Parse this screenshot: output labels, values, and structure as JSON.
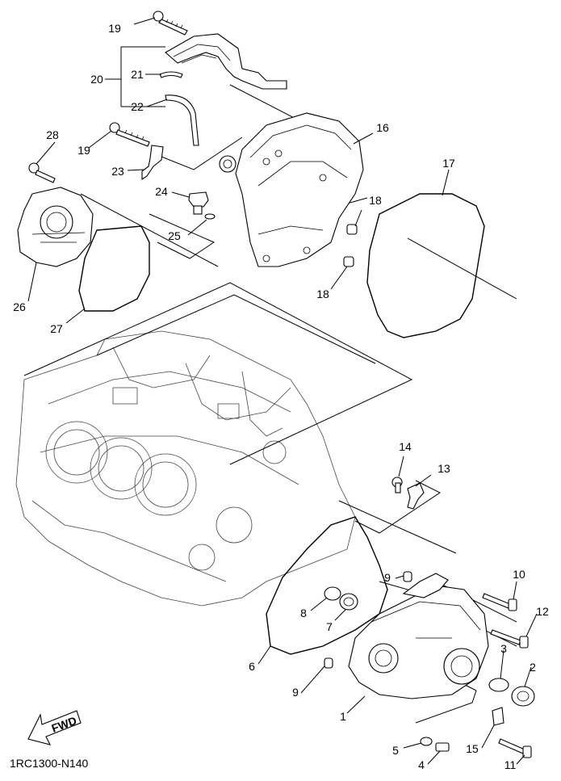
{
  "diagram_code": "1RC1300-N140",
  "fwd_label": "FWD",
  "callouts": [
    {
      "id": "c1",
      "text": "1"
    },
    {
      "id": "c2",
      "text": "2"
    },
    {
      "id": "c3",
      "text": "3"
    },
    {
      "id": "c4",
      "text": "4"
    },
    {
      "id": "c5",
      "text": "5"
    },
    {
      "id": "c6",
      "text": "6"
    },
    {
      "id": "c7",
      "text": "7"
    },
    {
      "id": "c8",
      "text": "8"
    },
    {
      "id": "c9a",
      "text": "9"
    },
    {
      "id": "c9b",
      "text": "9"
    },
    {
      "id": "c10",
      "text": "10"
    },
    {
      "id": "c11",
      "text": "11"
    },
    {
      "id": "c12",
      "text": "12"
    },
    {
      "id": "c13",
      "text": "13"
    },
    {
      "id": "c14",
      "text": "14"
    },
    {
      "id": "c15",
      "text": "15"
    },
    {
      "id": "c16",
      "text": "16"
    },
    {
      "id": "c17",
      "text": "17"
    },
    {
      "id": "c18a",
      "text": "18"
    },
    {
      "id": "c18b",
      "text": "18"
    },
    {
      "id": "c19a",
      "text": "19"
    },
    {
      "id": "c19b",
      "text": "19"
    },
    {
      "id": "c20",
      "text": "20"
    },
    {
      "id": "c21",
      "text": "21"
    },
    {
      "id": "c22",
      "text": "22"
    },
    {
      "id": "c23",
      "text": "23"
    },
    {
      "id": "c24",
      "text": "24"
    },
    {
      "id": "c25",
      "text": "25"
    },
    {
      "id": "c26",
      "text": "26"
    },
    {
      "id": "c27",
      "text": "27"
    },
    {
      "id": "c28",
      "text": "28"
    }
  ]
}
